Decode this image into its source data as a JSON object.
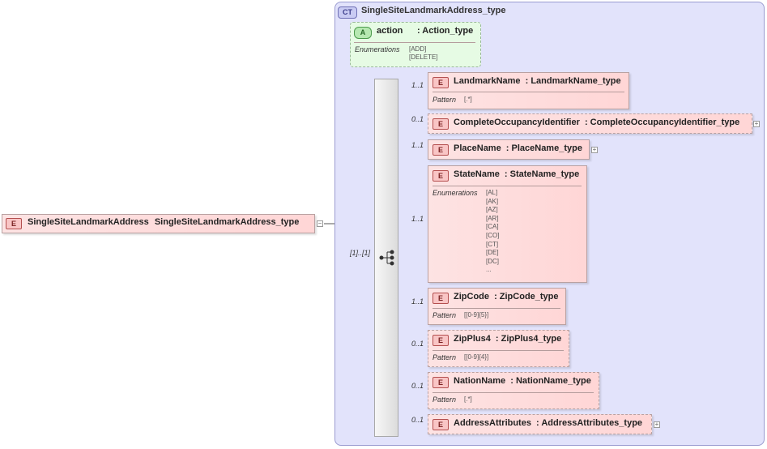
{
  "root": {
    "tag": "E",
    "name": "SingleSiteLandmarkAddress",
    "type": "SingleSiteLandmarkAddress_type",
    "collapse_symbol": "−"
  },
  "complex_type": {
    "tag": "CT",
    "name": "SingleSiteLandmarkAddress_type"
  },
  "attribute": {
    "tag": "A",
    "name": "action",
    "type": ": Action_type",
    "facet_label": "Enumerations",
    "values": [
      "[ADD]",
      "[DELETE]"
    ]
  },
  "sequence": {
    "cardinality": "[1]..[1]"
  },
  "elements": [
    {
      "tag": "E",
      "name": "LandmarkName",
      "type": ": LandmarkName_type",
      "cardinality": "1..1",
      "facet_label": "Pattern",
      "facet_values": [
        "[.*]"
      ]
    },
    {
      "tag": "E",
      "name": "CompleteOccupancyIdentifier",
      "type": ": CompleteOccupancyIdentifier_type",
      "cardinality": "0..1",
      "expand": "+"
    },
    {
      "tag": "E",
      "name": "PlaceName",
      "type": ": PlaceName_type",
      "cardinality": "1..1",
      "expand": "+"
    },
    {
      "tag": "E",
      "name": "StateName",
      "type": ": StateName_type",
      "cardinality": "1..1",
      "facet_label": "Enumerations",
      "facet_values": [
        "[AL]",
        "[AK]",
        "[AZ]",
        "[AR]",
        "[CA]",
        "[CO]",
        "[CT]",
        "[DE]",
        "[DC]",
        "..."
      ]
    },
    {
      "tag": "E",
      "name": "ZipCode",
      "type": ": ZipCode_type",
      "cardinality": "1..1",
      "facet_label": "Pattern",
      "facet_values": [
        "[[0-9]{5}]"
      ]
    },
    {
      "tag": "E",
      "name": "ZipPlus4",
      "type": ": ZipPlus4_type",
      "cardinality": "0..1",
      "facet_label": "Pattern",
      "facet_values": [
        "[[0-9]{4}]"
      ]
    },
    {
      "tag": "E",
      "name": "NationName",
      "type": ": NationName_type",
      "cardinality": "0..1",
      "facet_label": "Pattern",
      "facet_values": [
        "[.*]"
      ]
    },
    {
      "tag": "E",
      "name": "AddressAttributes",
      "type": ": AddressAttributes_type",
      "cardinality": "0..1",
      "expand": "+"
    }
  ]
}
